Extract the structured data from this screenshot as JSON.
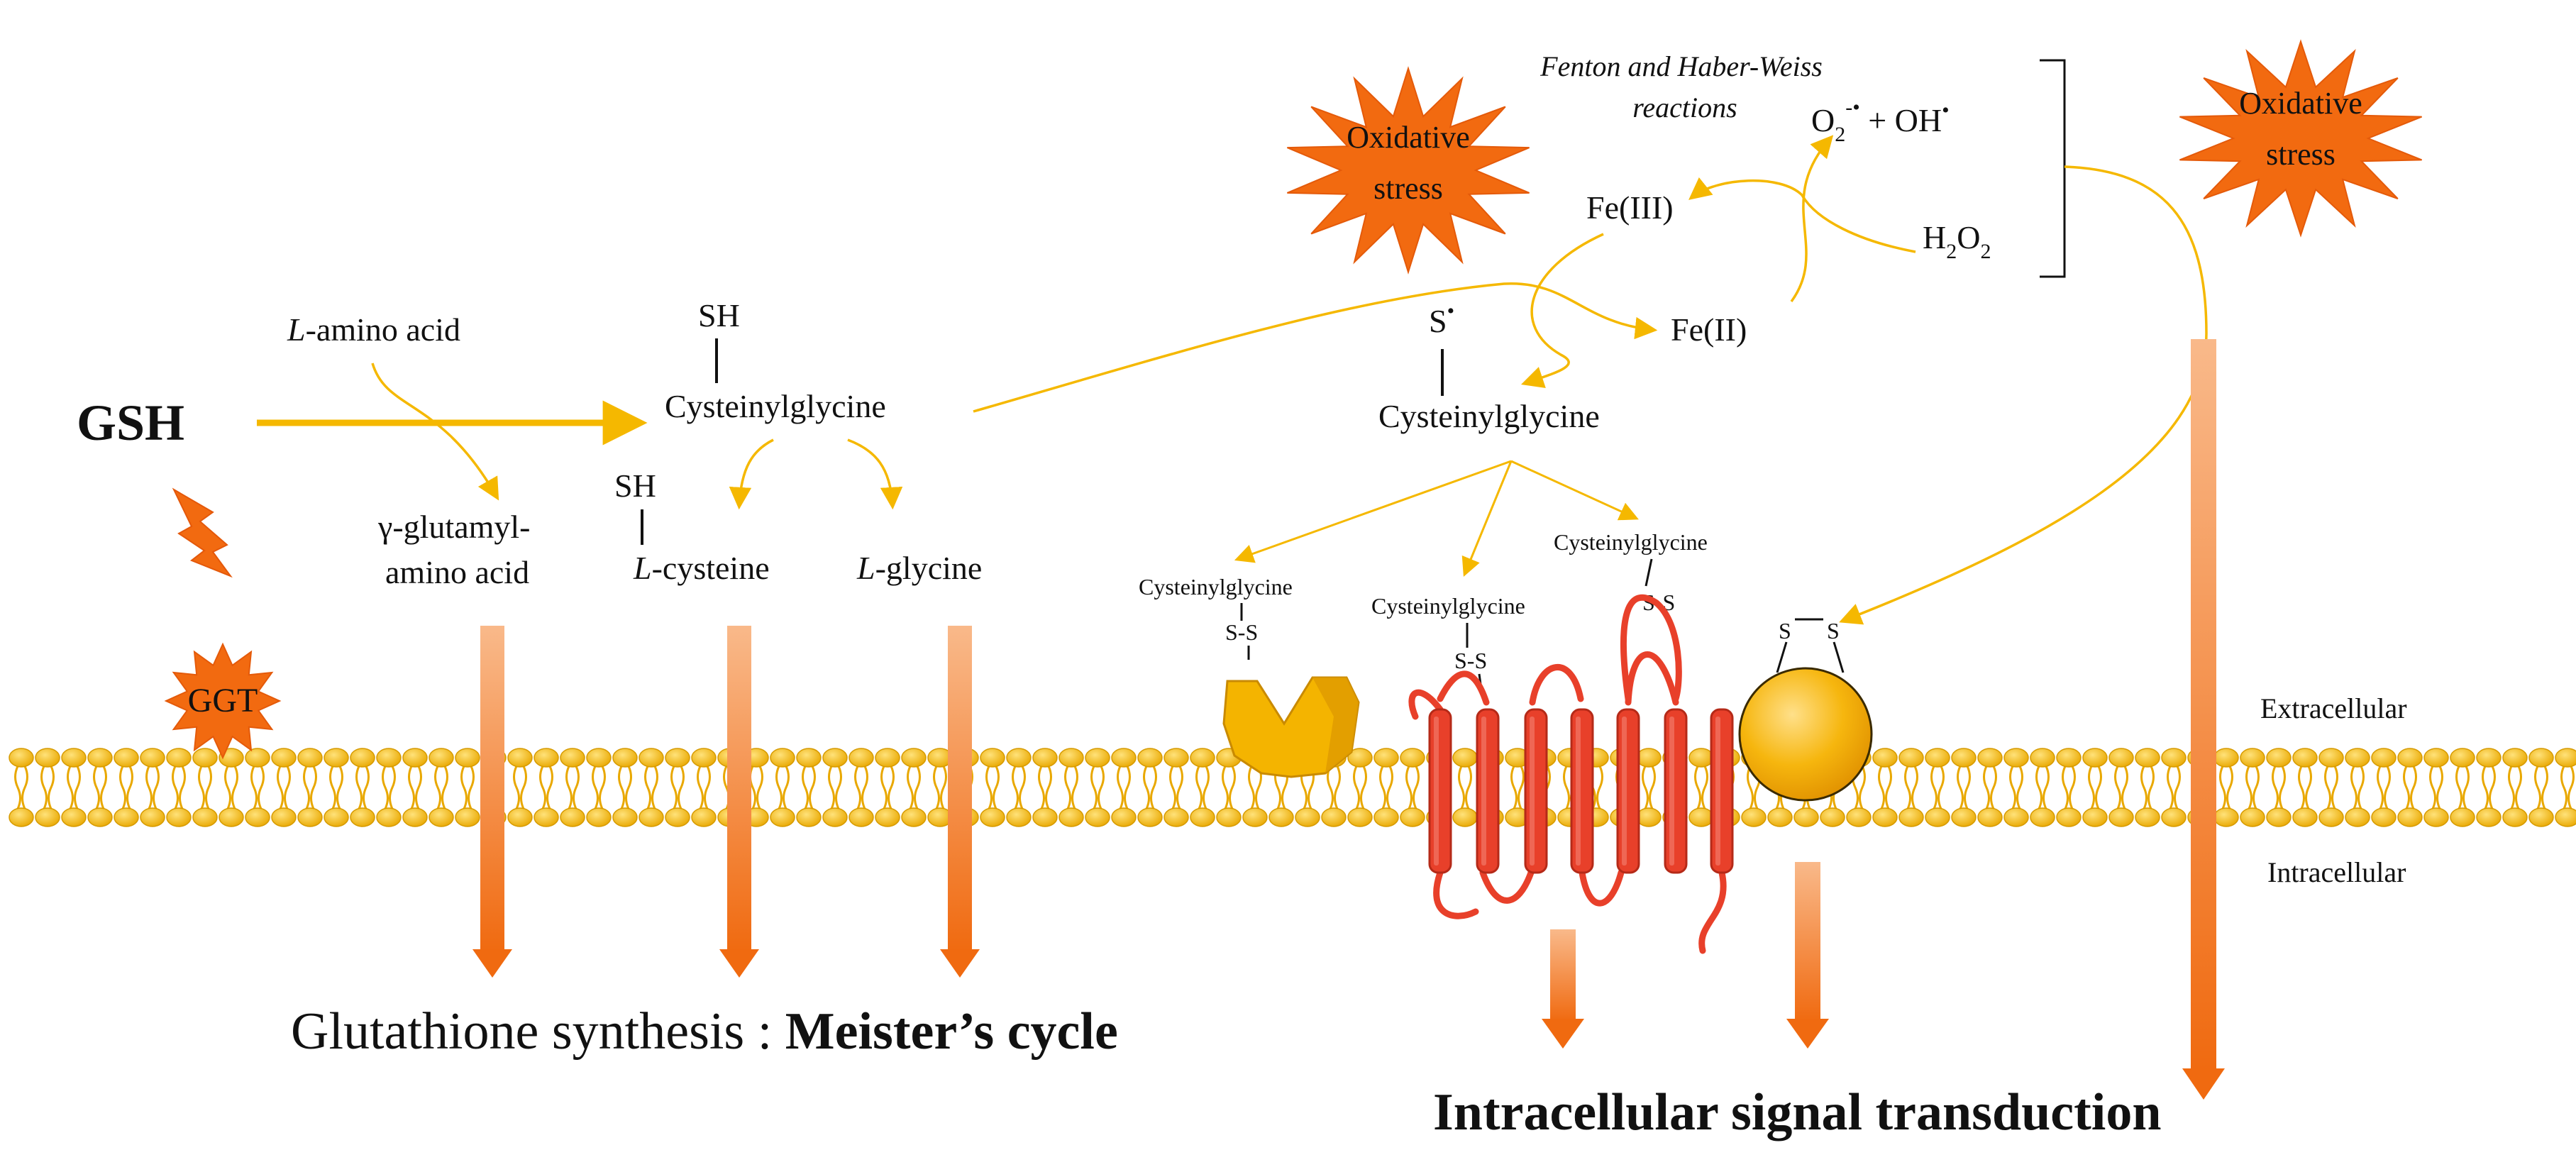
{
  "labels": {
    "gsh": "GSH",
    "ggt": "GGT",
    "l_amino_acid_prefix": "L",
    "l_amino_acid_rest": "-amino acid",
    "gamma_glutamyl_line1": "γ-glutamyl-",
    "gamma_glutamyl_line2": "amino acid",
    "sh_top": "SH",
    "cysteinylglycine": "Cysteinylglycine",
    "sh_cys": "SH",
    "l_cysteine_prefix": "L",
    "l_cysteine_rest": "-cysteine",
    "l_glycine_prefix": "L",
    "l_glycine_rest": "-glycine",
    "oxidative_stress_line1": "Oxidative",
    "oxidative_stress_line2": "stress",
    "fenton_line1": "Fenton and Haber-Weiss",
    "fenton_line2": "reactions",
    "fe3": "Fe(III)",
    "fe2": "Fe(II)",
    "superoxide_o": "O",
    "superoxide_sub": "2",
    "superoxide_sup": "-•",
    "superoxide_plus": " + OH",
    "superoxide_dot": "•",
    "h2o2_h": "H",
    "h2o2_sub1": "2",
    "h2o2_o": "O",
    "h2o2_sub2": "2",
    "thiyl_s": "S",
    "thiyl_dot": "•",
    "cysteinylglycine_radical": "Cysteinylglycine",
    "cysgly_small": "Cysteinylglycine",
    "ss_bond": "S-S",
    "s_left": "S",
    "s_right": "S",
    "extracellular": "Extracellular",
    "intracellular": "Intracellular",
    "synthesis_regular": "Glutathione synthesis : ",
    "synthesis_bold": "Meister’s cycle",
    "signal_transduction": "Intracellular signal transduction"
  },
  "colors": {
    "reaction_arrow": "#F5B800",
    "flow_arrow": "#F07A20",
    "starburst": "#F26A10",
    "membrane": "#F2B200",
    "protein_red": "#E8402A",
    "receptor_gold": "#F4B400"
  }
}
